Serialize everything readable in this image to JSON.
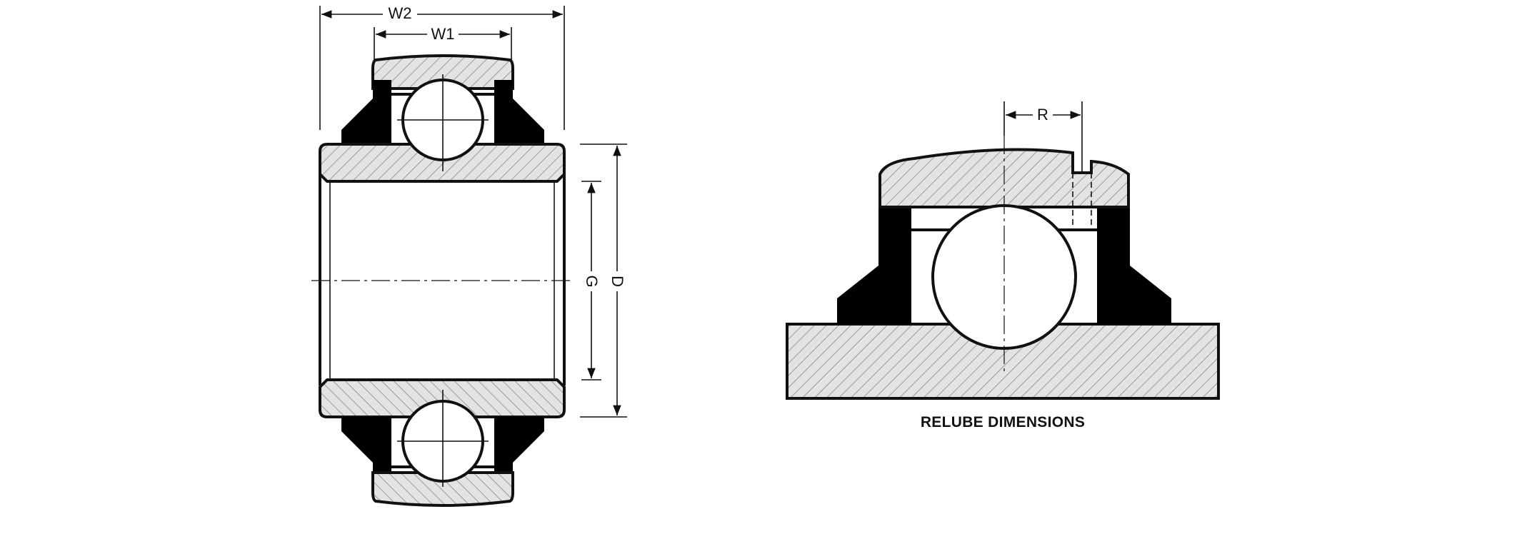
{
  "labels": {
    "w2": "W2",
    "w1": "W1",
    "g": "G",
    "d": "D",
    "r": "R"
  },
  "caption": "RELUBE DIMENSIONS",
  "colors": {
    "line": "#111111",
    "hatch_fill": "#e3e3e3",
    "hatch_line": "#9a9a9a",
    "seal": "#000000",
    "background": "#ffffff"
  }
}
